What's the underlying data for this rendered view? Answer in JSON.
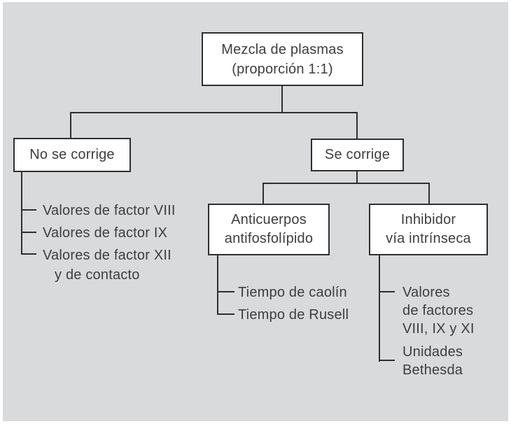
{
  "figure": {
    "background_color": "#d9dadb",
    "line_color": "#2f2f2f",
    "box_fill": "#ffffff",
    "text_color": "#3e3e3e",
    "nodes": {
      "root": {
        "label": "Mezcla de plasmas\n(proporción 1:1)"
      },
      "no_corrige": {
        "label": "No se corrige",
        "items": [
          "Valores de factor VIII",
          "Valores de factor IX",
          "Valores de factor XII\ny de contacto"
        ]
      },
      "se_corrige": {
        "label": "Se corrige"
      },
      "anticuerpos": {
        "label": "Anticuerpos\nantifosfolípido",
        "items": [
          "Tiempo de caolín",
          "Tiempo de Rusell"
        ]
      },
      "inhibidor": {
        "label": "Inhibidor\nvía intrínseca",
        "items": [
          "Valores\nde factores\nVIII, IX y XI",
          "Unidades\nBethesda"
        ]
      }
    }
  }
}
